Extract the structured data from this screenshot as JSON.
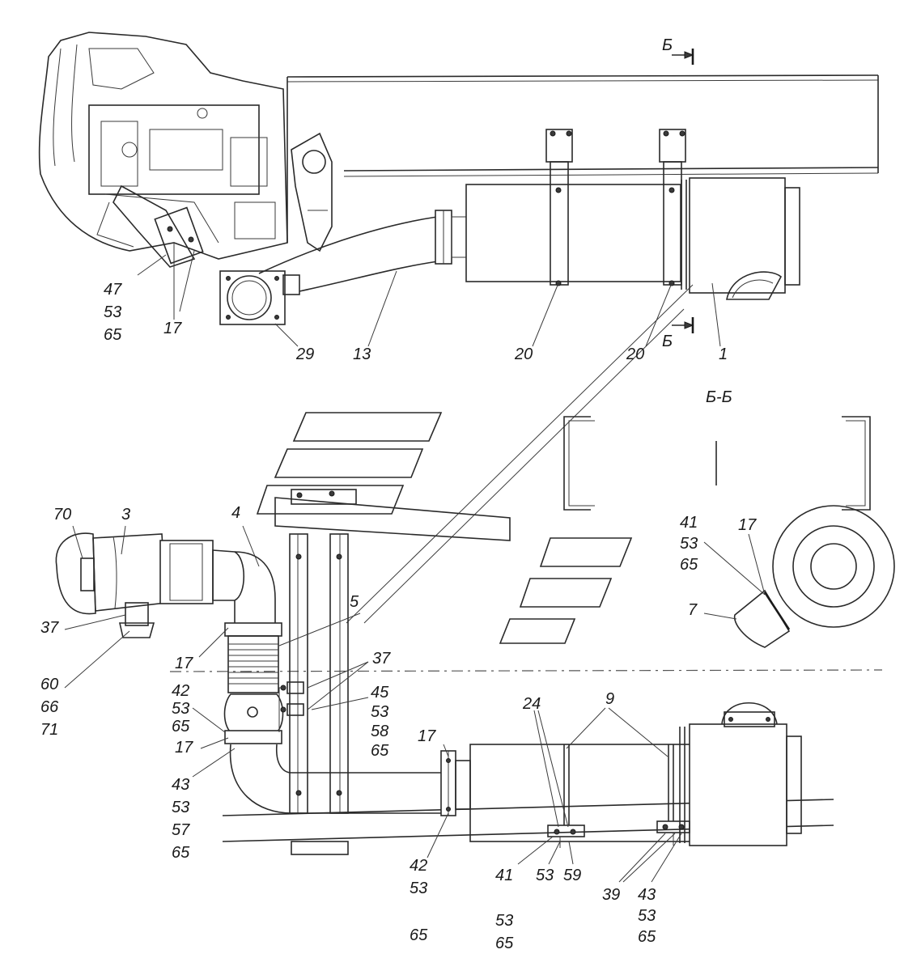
{
  "section": {
    "marker": "Б",
    "title": "Б-Б"
  },
  "callouts": {
    "top_47_53_65": [
      "47",
      "53",
      "65"
    ],
    "top_17": "17",
    "top_29": "29",
    "top_13": "13",
    "top_20a": "20",
    "top_20b": "20",
    "top_1": "1",
    "sec_41_53_65": [
      "41",
      "53",
      "65"
    ],
    "sec_17": "17",
    "sec_7": "7",
    "l_70": "70",
    "l_3": "3",
    "l_4": "4",
    "l_5": "5",
    "l_37a": "37",
    "l_60_66_71": [
      "60",
      "66",
      "71"
    ],
    "l_17a": "17",
    "l_42_53_65": [
      "42",
      "53",
      "65"
    ],
    "l_17b": "17",
    "l_43_53_57_65": [
      "43",
      "53",
      "57",
      "65"
    ],
    "l_37b": "37",
    "l_45_53_58_65": [
      "45",
      "53",
      "58",
      "65"
    ],
    "b_17": "17",
    "b_42_53_65": [
      "42",
      "53",
      "65"
    ],
    "b_24": "24",
    "b_9": "9",
    "b_41_53_65": [
      "41",
      "53",
      "65"
    ],
    "b_53": "53",
    "b_59": "59",
    "b_39": "39",
    "b_43_53_65": [
      "43",
      "53",
      "65"
    ]
  }
}
